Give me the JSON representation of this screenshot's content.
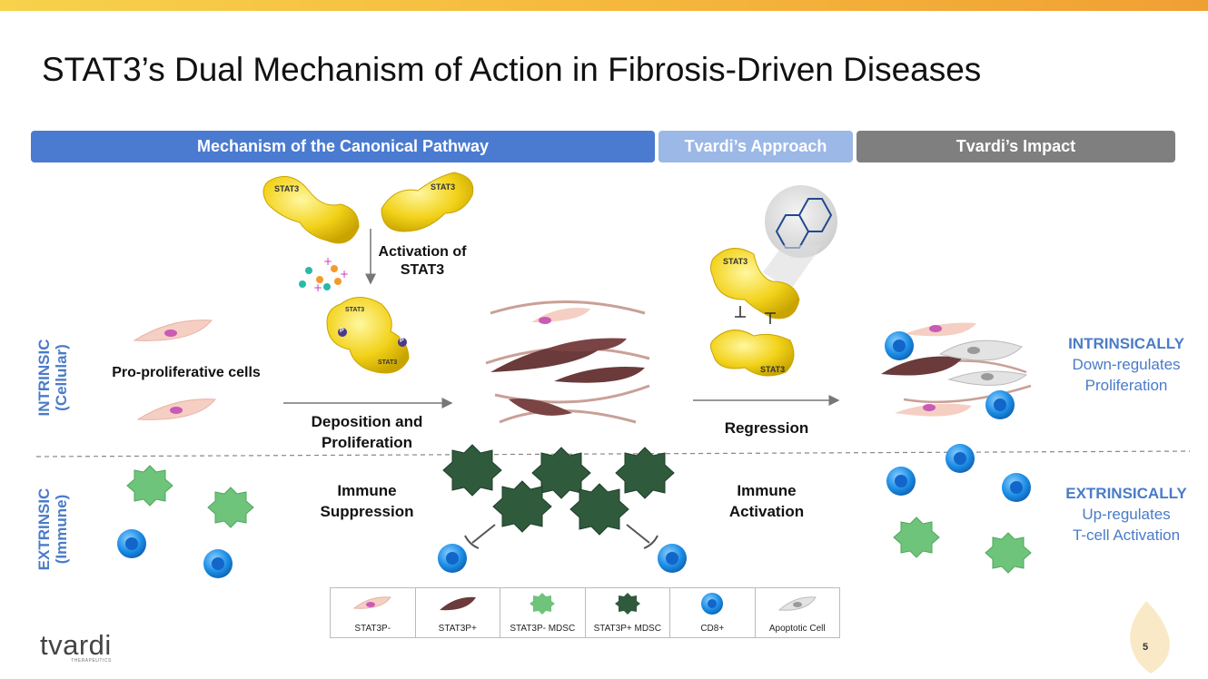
{
  "title": "STAT3’s Dual Mechanism of Action in Fibrosis-Driven Diseases",
  "headers": {
    "mechanism": "Mechanism of the Canonical Pathway",
    "approach": "Tvardi’s Approach",
    "impact": "Tvardi’s Impact"
  },
  "colors": {
    "mechanism": "#4a7bd0",
    "approach": "#9bb8e6",
    "impact": "#7f7f7f",
    "accent": "#4a7bc8"
  },
  "side_labels": {
    "intrinsic_line1": "INTRINSIC",
    "intrinsic_line2": "(Cellular)",
    "extrinsic_line1": "EXTRINSIC",
    "extrinsic_line2": "(Immune)"
  },
  "labels": {
    "stat3": "STAT3",
    "activation_line1": "Activation of",
    "activation_line2": "STAT3",
    "pro_proliferative": "Pro-proliferative cells",
    "deposition_line1": "Deposition and",
    "deposition_line2": "Proliferation",
    "regression": "Regression",
    "immune_suppression_line1": "Immune",
    "immune_suppression_line2": "Suppression",
    "immune_activation_line1": "Immune",
    "immune_activation_line2": "Activation",
    "phospho": "P"
  },
  "impact": {
    "intrinsic_title": "INTRINSICALLY",
    "intrinsic_line2": "Down-regulates",
    "intrinsic_line3": "Proliferation",
    "extrinsic_title": "EXTRINSICALLY",
    "extrinsic_line2": "Up-regulates",
    "extrinsic_line3": "T-cell Activation"
  },
  "legend": [
    "STAT3P-",
    "STAT3P+",
    "STAT3P- MDSC",
    "STAT3P+ MDSC",
    "CD8+",
    "Apoptotic Cell"
  ],
  "logo": {
    "name": "tvardi",
    "sub": "THERAPEUTICS"
  },
  "page_number": "5"
}
